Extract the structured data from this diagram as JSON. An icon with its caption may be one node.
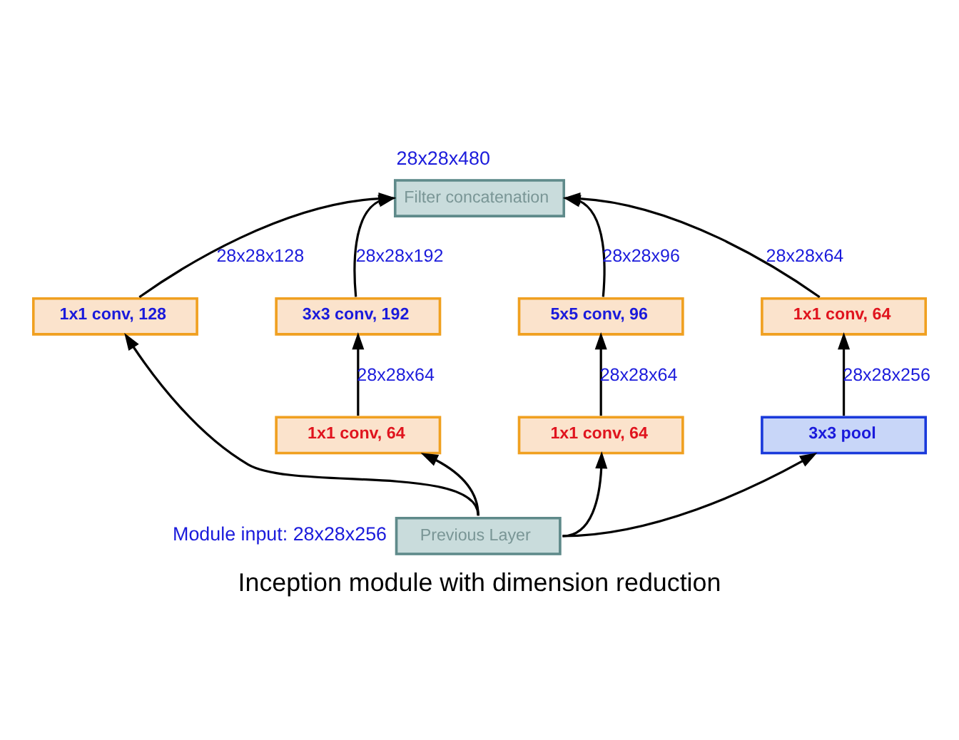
{
  "diagram": {
    "caption": "Inception module with dimension reduction",
    "nodes": [
      {
        "text": [
          "Filter concatenation"
        ],
        "beside": [
          "28x28x480"
        ]
      },
      {
        "text": [
          "1x1 conv, 128"
        ]
      },
      {
        "text": [
          "3x3 conv, 192"
        ]
      },
      {
        "text": [
          "5x5 conv, 96"
        ]
      },
      {
        "text": [
          "1x1 conv, 64"
        ]
      },
      {
        "text": [
          "1x1 conv, 64"
        ]
      },
      {
        "text": [
          "1x1 conv, 64"
        ]
      },
      {
        "text": [
          "3x3 pool"
        ]
      },
      {
        "text": [
          "Previous Layer"
        ],
        "beside": [
          "Module input: 28x28x256"
        ]
      }
    ],
    "edges": [
      {
        "from": 8,
        "to": 1,
        "arrow": "to"
      },
      {
        "from": 8,
        "to": 5,
        "arrow": "to"
      },
      {
        "from": 8,
        "to": 6,
        "arrow": "to"
      },
      {
        "from": 8,
        "to": 7,
        "arrow": "to"
      },
      {
        "from": 5,
        "to": 2,
        "arrow": "to",
        "label": "28x28x64"
      },
      {
        "from": 6,
        "to": 3,
        "arrow": "to",
        "label": "28x28x64"
      },
      {
        "from": 7,
        "to": 4,
        "arrow": "to",
        "label": "28x28x256"
      },
      {
        "from": 1,
        "to": 0,
        "arrow": "to",
        "label": "28x28x128"
      },
      {
        "from": 2,
        "to": 0,
        "arrow": "to",
        "label": "28x28x192"
      },
      {
        "from": 3,
        "to": 0,
        "arrow": "to",
        "label": "28x28x96"
      },
      {
        "from": 4,
        "to": 0,
        "arrow": "to",
        "label": "28x28x64"
      }
    ]
  }
}
